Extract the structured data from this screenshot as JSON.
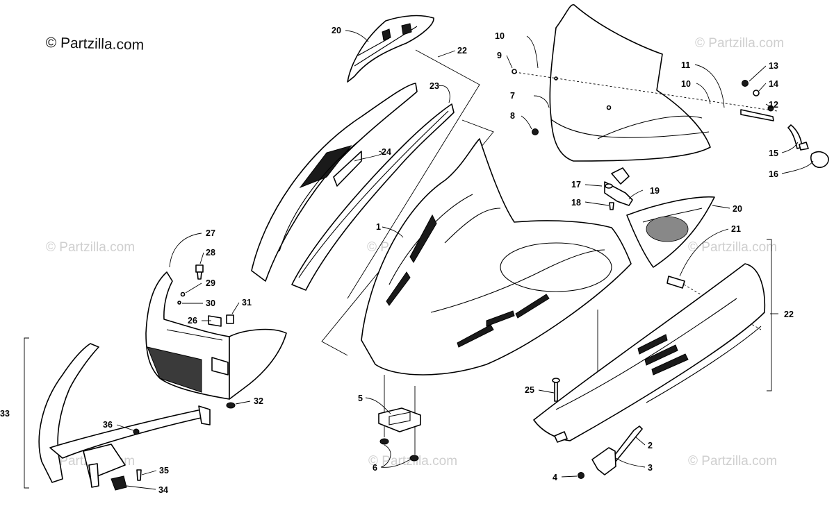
{
  "copyright": "© Partzilla.com",
  "watermark": "© Partzilla.com",
  "labels": [
    "1",
    "2",
    "3",
    "4",
    "5",
    "6",
    "7",
    "8",
    "9",
    "10",
    "10",
    "11",
    "12",
    "13",
    "14",
    "15",
    "16",
    "17",
    "18",
    "19",
    "20",
    "20",
    "21",
    "22",
    "22",
    "23",
    "24",
    "25",
    "26",
    "27",
    "28",
    "29",
    "30",
    "31",
    "32",
    "33",
    "34",
    "35",
    "36"
  ]
}
